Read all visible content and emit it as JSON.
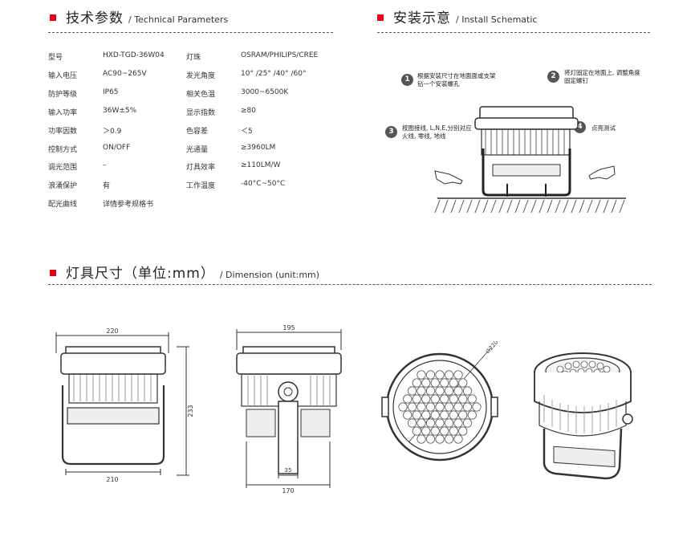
{
  "sections": {
    "tech": {
      "cn": "技术参数",
      "en": "/ Technical Parameters"
    },
    "install": {
      "cn": "安装示意",
      "en": "/ Install Schematic"
    },
    "dimension": {
      "cn": "灯具尺寸（单位:mm）",
      "en": "/ Dimension (unit:mm)"
    }
  },
  "specs_left": [
    {
      "label": "型号",
      "value": "HXD-TGD-36W04"
    },
    {
      "label": "输入电压",
      "value": "AC90~265V"
    },
    {
      "label": "防护等级",
      "value": "IP65"
    },
    {
      "label": "输入功率",
      "value": "36W±5%"
    },
    {
      "label": "功率因数",
      "value": "＞0.9"
    },
    {
      "label": "控制方式",
      "value": "ON/OFF"
    },
    {
      "label": "调光范围",
      "value": "–"
    },
    {
      "label": "浪涌保护",
      "value": "有"
    },
    {
      "label": "配光曲线",
      "value": "详情参考规格书"
    }
  ],
  "specs_right": [
    {
      "label": "灯珠",
      "value": "OSRAM/PHILIPS/CREE"
    },
    {
      "label": "发光角度",
      "value": "10° /25° /40° /60°"
    },
    {
      "label": "相关色温",
      "value": "3000~6500K"
    },
    {
      "label": "显示指数",
      "value": "≥80"
    },
    {
      "label": "色容差",
      "value": "＜5"
    },
    {
      "label": "光通量",
      "value": "≥3960LM"
    },
    {
      "label": "灯具效率",
      "value": "≥110LM/W"
    },
    {
      "label": "工作温度",
      "value": "-40°C~50°C"
    }
  ],
  "install_steps": [
    {
      "num": "1",
      "line1": "根据安装尺寸在地面面或支架",
      "line2": "钻一个安装螺孔"
    },
    {
      "num": "2",
      "line1": "将灯固定在地面上, 调整角度",
      "line2": "固定螺钉"
    },
    {
      "num": "3",
      "line1": "按图接线, L,N,E,分别对应",
      "line2": "火线, 零线, 地线"
    },
    {
      "num": "4",
      "line1": "点亮测试",
      "line2": ""
    }
  ],
  "dims": {
    "front_top": "220",
    "front_height": "233",
    "front_bottom": "210",
    "side_top": "195",
    "side_bracket": "35",
    "side_bottom": "170",
    "diameter": "∅220"
  },
  "colors": {
    "accent": "#e60012",
    "line": "#333333"
  }
}
